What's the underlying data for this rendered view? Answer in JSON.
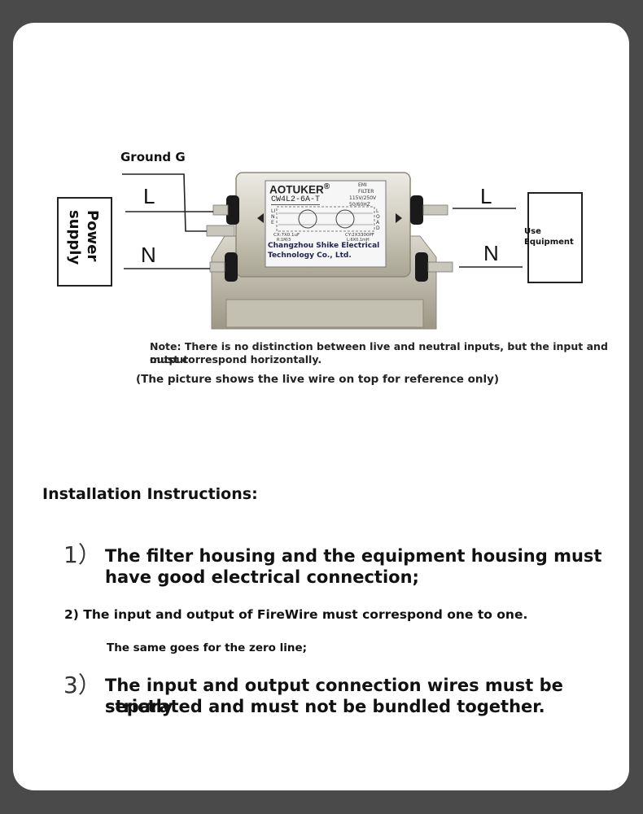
{
  "diagram": {
    "ground_label": "Ground G",
    "left_top_line": "L",
    "left_bottom_line": "N",
    "right_top_line": "L",
    "right_bottom_line": "N",
    "power_supply": "Power supply",
    "use_equipment": "Use Equipment",
    "filter": {
      "brand": "AOTUKER",
      "registered": "®",
      "emi": "EMI",
      "filter_word": "FILTER",
      "model": "CW4L2-6A-T",
      "rating": "115V/250V",
      "freq": "50/60HZ",
      "line_letters": "LINE",
      "load_letters": "LOAD",
      "cx": "CX:7X0.1uF",
      "cy": "CY:2X3300PF",
      "r": "R:1M/3",
      "l": "L:6X0.1mH",
      "company_line1": "Changzhou Shike Electrical",
      "company_line2": "Technology Co., Ltd."
    },
    "note_line1": "Note: There is no distinction between live and neutral inputs, but the input and output",
    "note_line2": "must correspond horizontally.",
    "reference": "(The picture shows the live wire on top for reference only)"
  },
  "instructions": {
    "heading": "Installation Instructions:",
    "step1_num": "1）",
    "step1_line1": "The filter housing and the equipment housing must",
    "step1_line2": "have good electrical connection;",
    "step2": "2) The input and output of FireWire must correspond one to one.",
    "step2_sub": "The same goes for the zero line;",
    "step3_num": "3）",
    "step3_line1": "The input and output connection wires must be strictly",
    "step3_line2": "separated and must not be bundled together."
  },
  "colors": {
    "background": "#4a4a4a",
    "card": "#ffffff",
    "text": "#111111",
    "filter_metal": "#d8d4c6",
    "filter_label": "#f4f4f4",
    "terminal_black": "#1a1a1a"
  }
}
